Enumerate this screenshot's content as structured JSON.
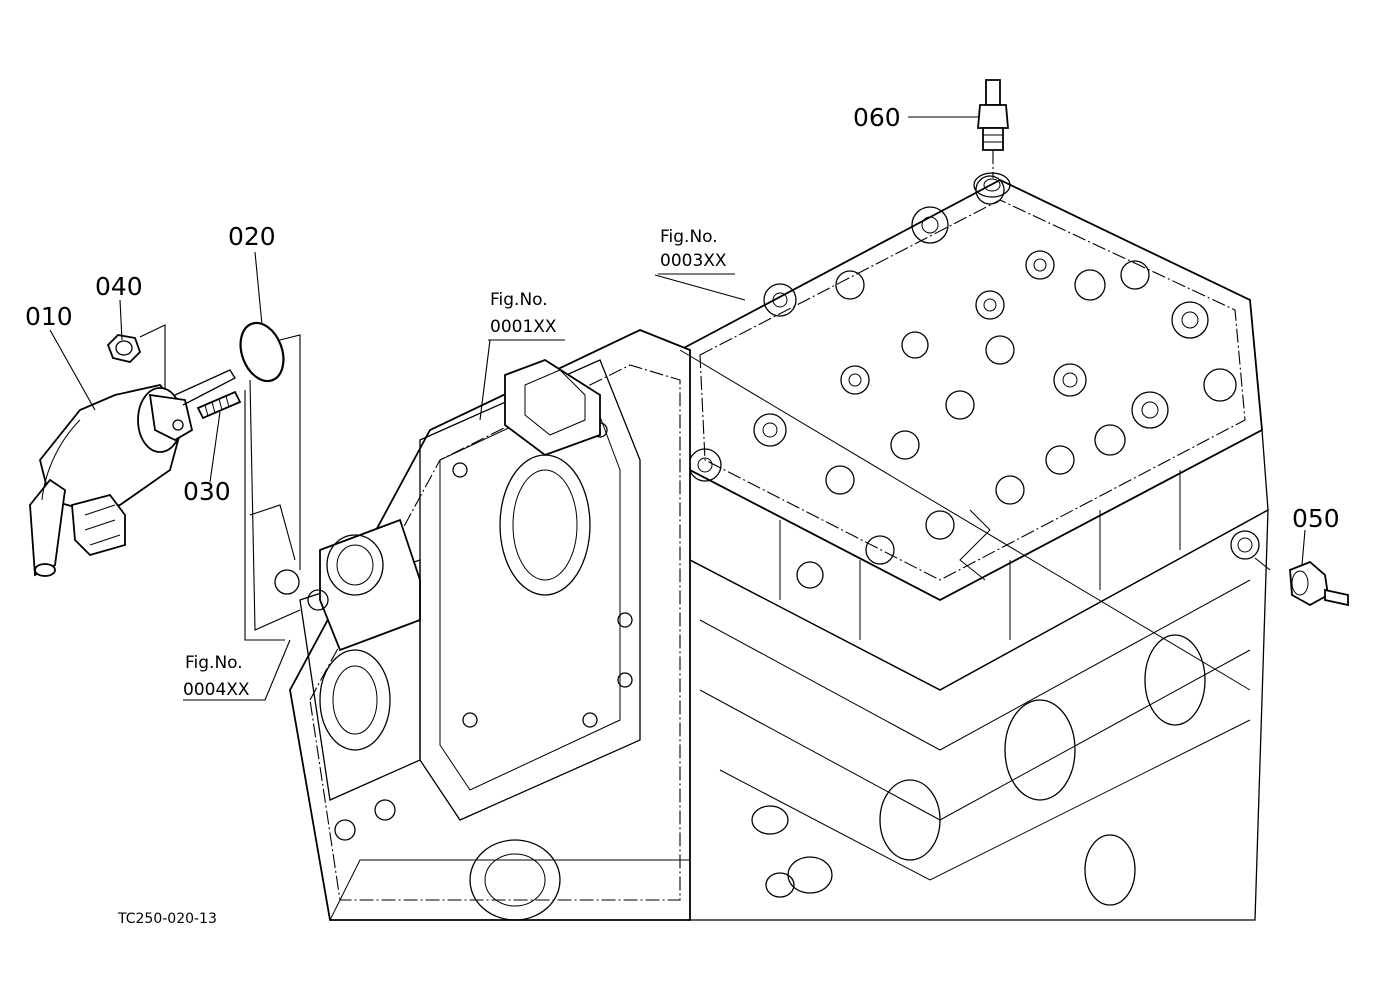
{
  "parts": [
    {
      "id": "010",
      "label": "010"
    },
    {
      "id": "020",
      "label": "020"
    },
    {
      "id": "030",
      "label": "030"
    },
    {
      "id": "040",
      "label": "040"
    },
    {
      "id": "050",
      "label": "050"
    },
    {
      "id": "060",
      "label": "060"
    }
  ],
  "figure_refs": [
    {
      "line1": "Fig.No.",
      "line2": "0001XX"
    },
    {
      "line1": "Fig.No.",
      "line2": "0003XX"
    },
    {
      "line1": "Fig.No.",
      "line2": "0004XX"
    }
  ],
  "drawing_code": "TC250-020-13"
}
